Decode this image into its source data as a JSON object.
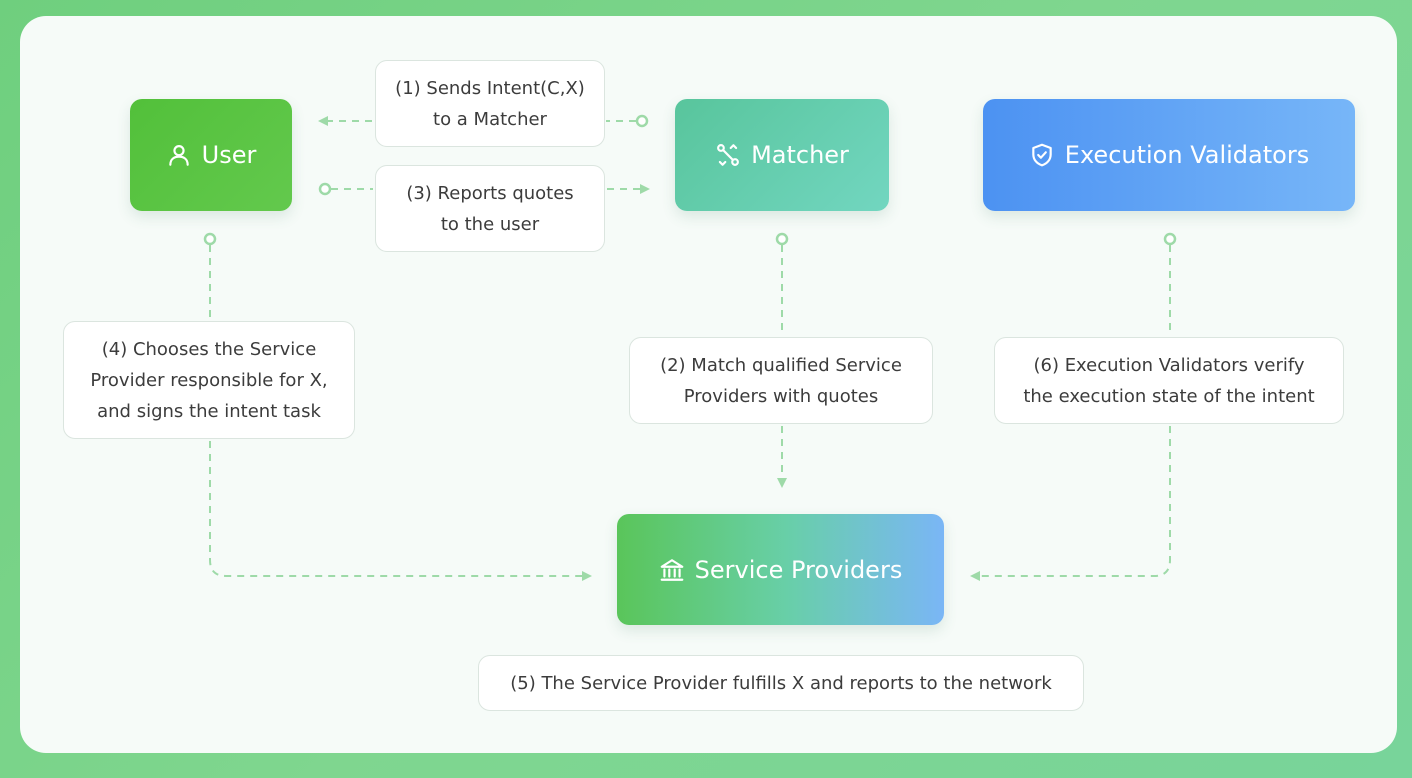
{
  "nodes": {
    "user": {
      "label": "User",
      "icon": "person-icon"
    },
    "matcher": {
      "label": "Matcher",
      "icon": "route-icon"
    },
    "validators": {
      "label": "Execution Validators",
      "icon": "shield-check-icon"
    },
    "providers": {
      "label": "Service Providers",
      "icon": "bank-icon"
    }
  },
  "steps": {
    "s1": [
      "(1) Sends Intent(C,X)",
      "to a Matcher"
    ],
    "s2": [
      "(2) Match qualified Service",
      "Providers with quotes"
    ],
    "s3": [
      "(3) Reports quotes",
      "to the user"
    ],
    "s4": [
      "(4) Chooses the Service",
      "Provider responsible for X,",
      "and signs the intent task"
    ],
    "s5": [
      "(5) The Service Provider fulfills X and reports to the network"
    ],
    "s6": [
      "(6) Execution Validators verify",
      "the execution state of the intent"
    ]
  },
  "colors": {
    "background": "#76d386",
    "panel": "#f6fbf8",
    "connector": "#9edaa8",
    "user": "#55c13c",
    "matcher": "#62cdab",
    "validators": "#5a9ff4",
    "callout_border": "#dbe5df",
    "text": "#3c3c3c"
  }
}
